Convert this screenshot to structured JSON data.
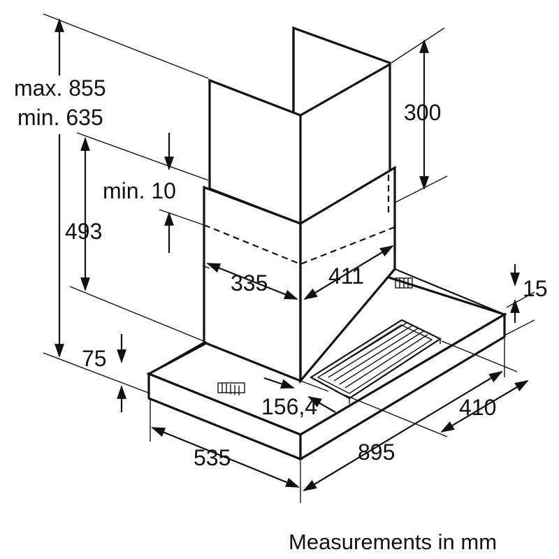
{
  "dimensions": {
    "max_height": "max. 855",
    "min_height": "min. 635",
    "chimney_upper": "300",
    "min_gap": "min. 10",
    "chimney_lower": "493",
    "chimney_depth": "335",
    "chimney_width": "411",
    "filter_thickness": "15",
    "canopy_height": "75",
    "chimney_offset": "156,4",
    "canopy_depth_inner": "410",
    "canopy_depth": "535",
    "canopy_width": "895"
  },
  "caption": "Measurements in mm"
}
